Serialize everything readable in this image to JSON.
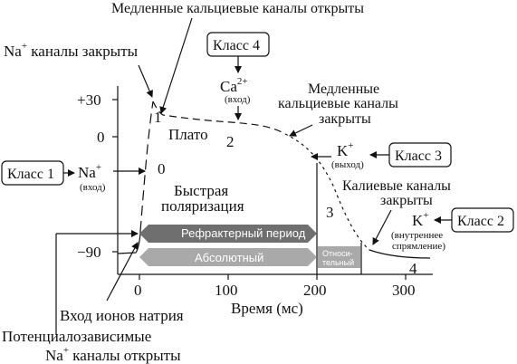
{
  "annotations": {
    "slow_ca_open": "Медленные кальциевые каналы открыты",
    "na_closed_prefix": "Na",
    "na_closed_sup": "+",
    "na_closed_suffix": " каналы закрыты",
    "plato": "Плато",
    "fast_pol_line1": "Быстрая",
    "fast_pol_line2": "поляризация",
    "slow_ca_closed_line1": "Медленные",
    "slow_ca_closed_line2": "кальциевые каналы",
    "slow_ca_closed_line3": "закрыты",
    "k_closed_line1": "Калиевые каналы",
    "k_closed_line2": "закрыты",
    "na_entry": "Вход ионов натрия",
    "voltage_line1": "Потенциалозависимые",
    "voltage_line2_prefix": "Na",
    "voltage_line2_sup": "+",
    "voltage_line2_suffix": " каналы открыты"
  },
  "classes": {
    "class1": "Класс 1",
    "class2": "Класс 2",
    "class3": "Класс 3",
    "class4": "Класс 4"
  },
  "ions": {
    "na": {
      "symbol": "Na",
      "sup": "+",
      "note": "(вход)"
    },
    "ca": {
      "symbol": "Ca",
      "sup": "2+",
      "note": "(вход)"
    },
    "k_out": {
      "symbol": "K",
      "sup": "+",
      "note": "(выход)"
    },
    "k_in": {
      "symbol": "K",
      "sup": "+",
      "note_line1": "(внутреннее",
      "note_line2": "спрямление)"
    }
  },
  "phases": [
    "0",
    "1",
    "2",
    "3",
    "4"
  ],
  "y_ticks": [
    "+30",
    "0",
    "−90"
  ],
  "x_ticks": [
    "0",
    "100",
    "200",
    "300"
  ],
  "x_axis_label": "Время (мс)",
  "bars": {
    "refractory": "Рефрактерный период",
    "absolute": "Абсолютный",
    "relative_line1": "Относи-",
    "relative_line2": "тельный"
  },
  "colors": {
    "refractory_bar": "#6f6f6f",
    "absolute_bar": "#a9a9a9",
    "relative_bar": "#a9a9a9",
    "ink": "#111111"
  }
}
